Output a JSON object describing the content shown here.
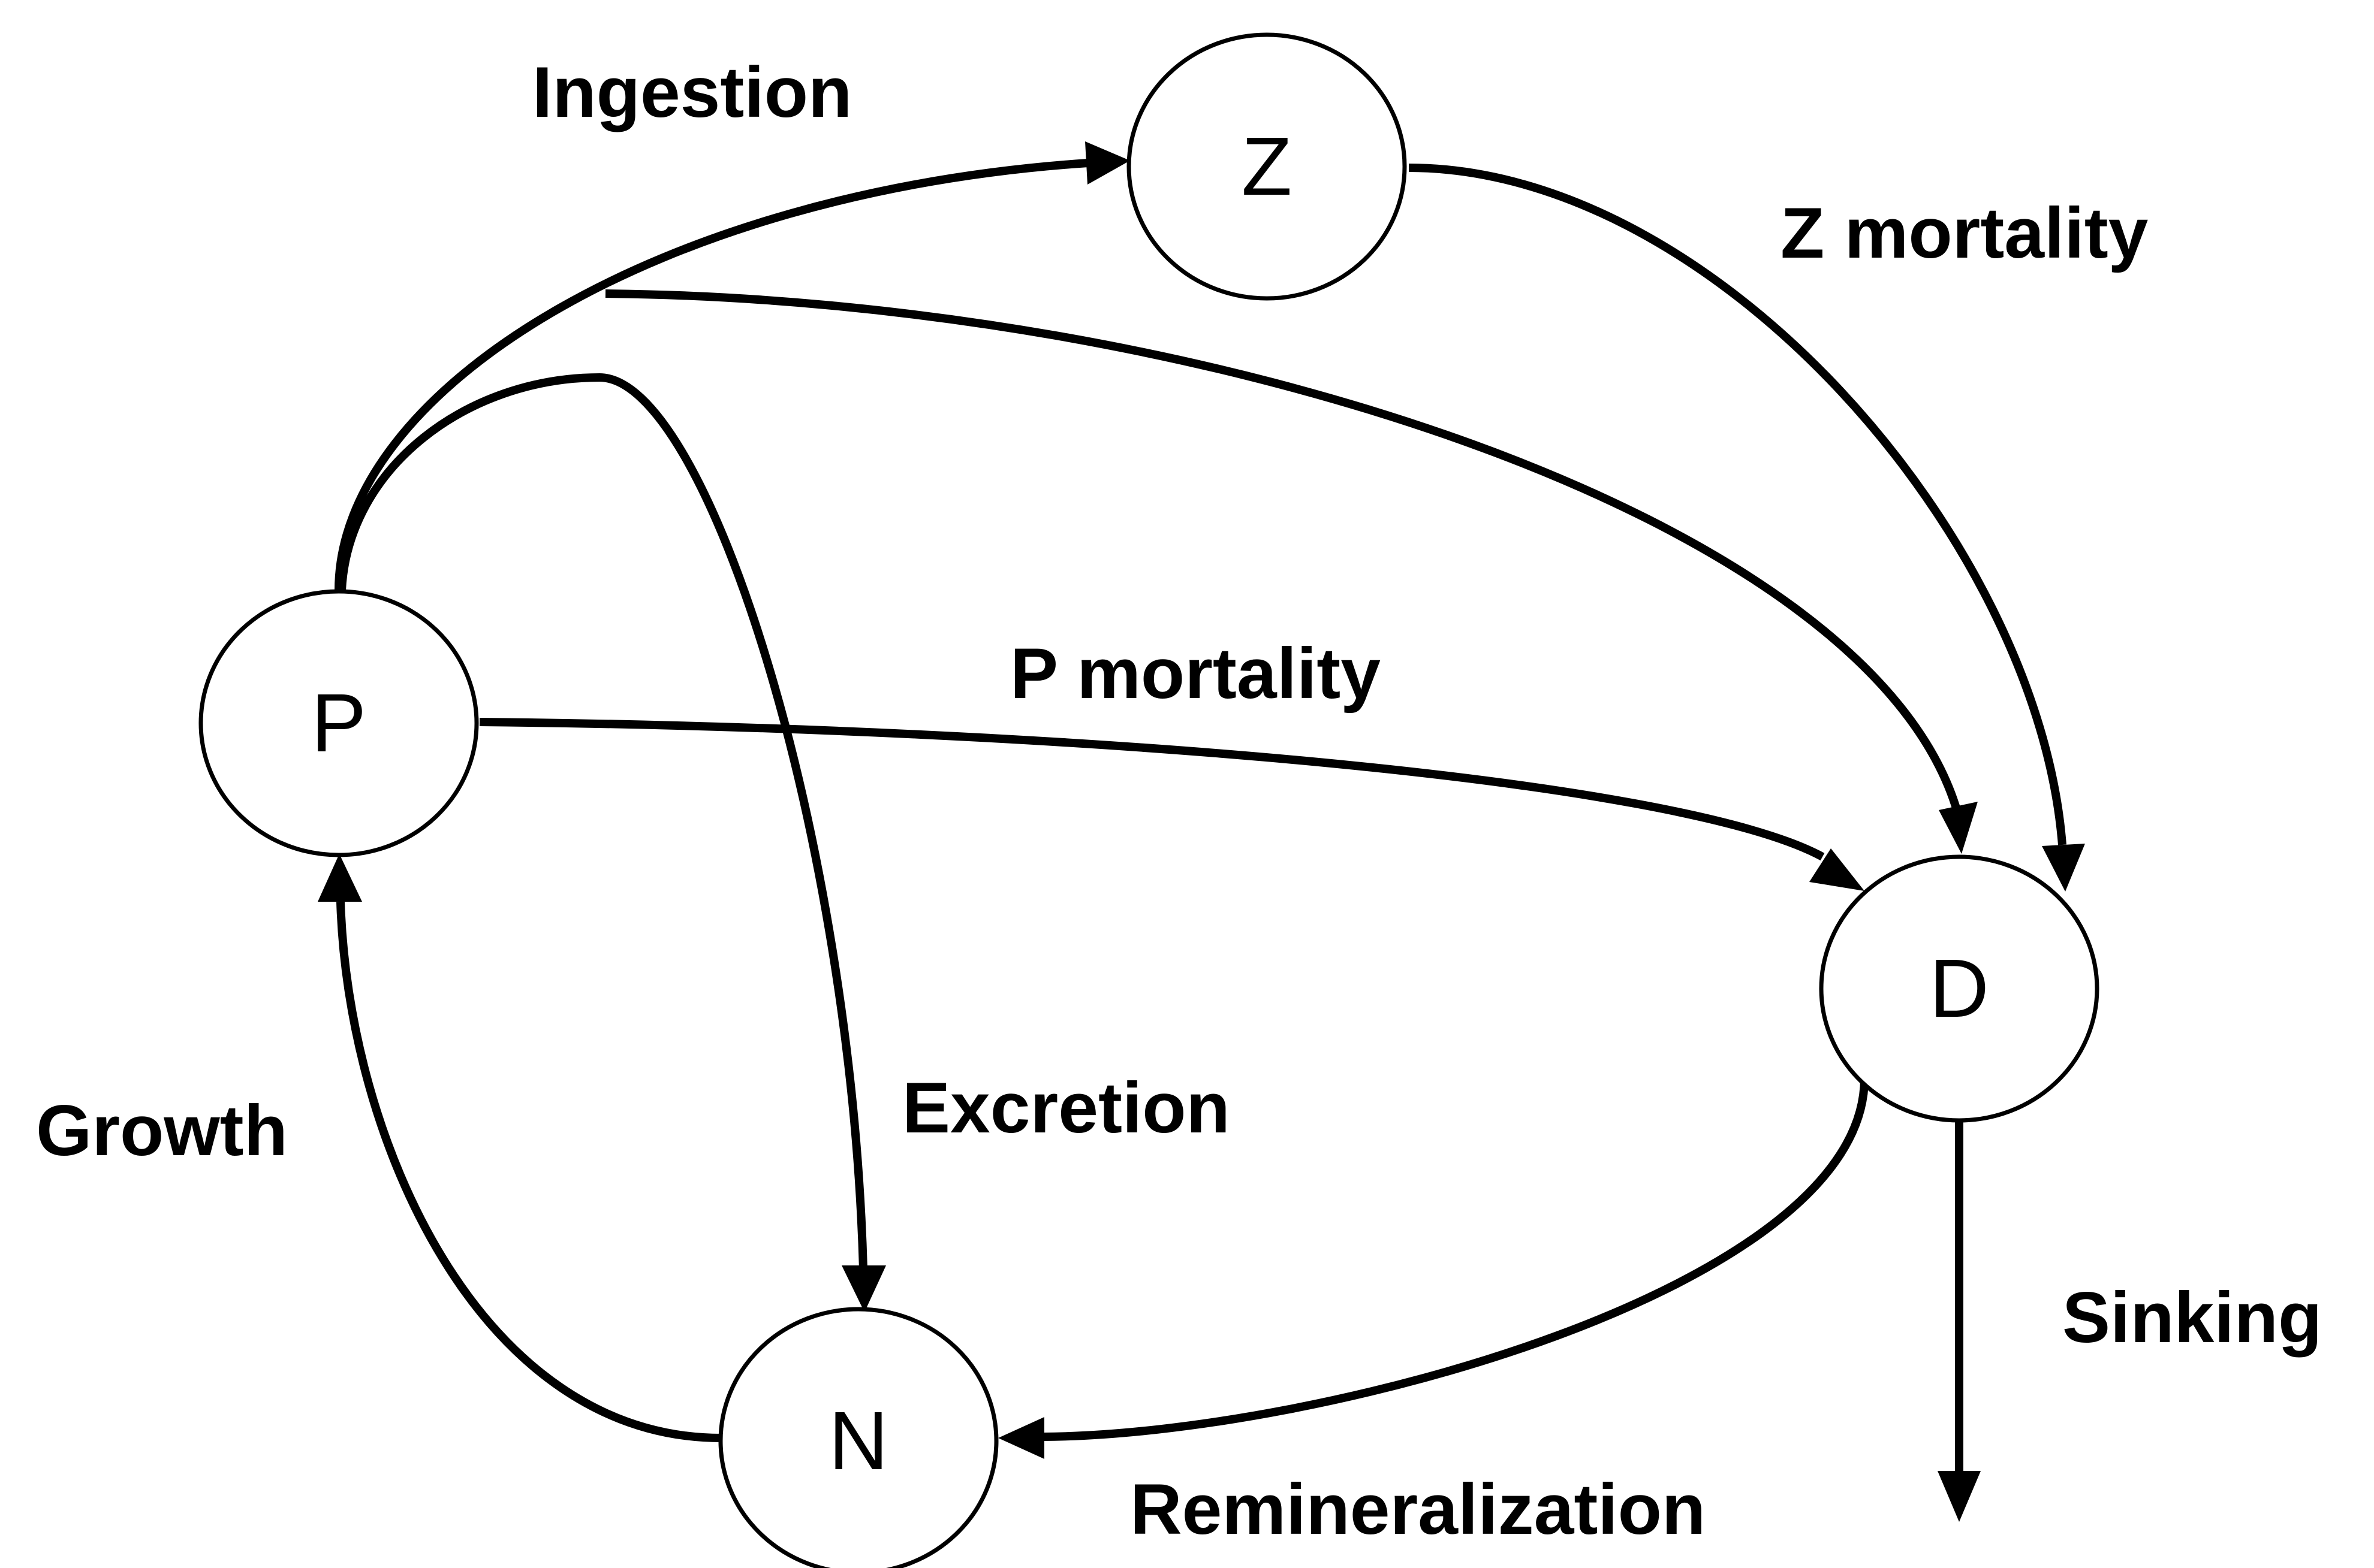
{
  "nodes": {
    "p": "P",
    "z": "Z",
    "d": "D",
    "n": "N"
  },
  "labels": {
    "ingestion": "Ingestion",
    "z_mortality": "Z mortality",
    "p_mortality": "P mortality",
    "excretion": "Excretion",
    "growth": "Growth",
    "sinking": "Sinking",
    "remineralization": "Remineralization"
  },
  "colors": {
    "line": "#000000",
    "background": "#ffffff"
  }
}
